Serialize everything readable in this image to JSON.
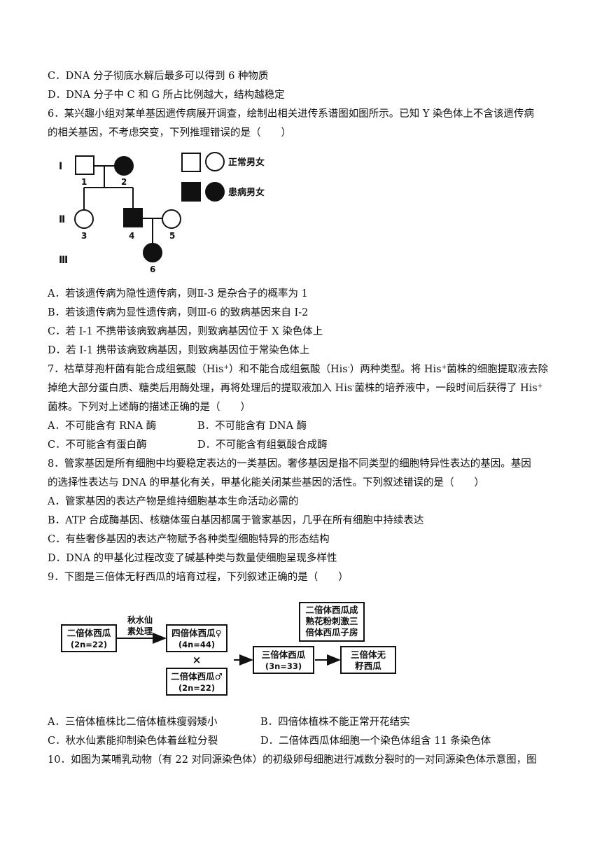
{
  "q5": {
    "optC": "C．DNA 分子彻底水解后最多可以得到 6 种物质",
    "optD": "D．DNA 分子中 C 和 G 所占比例越大，结构越稳定"
  },
  "q6": {
    "stem1": "6．某兴趣小组对某单基因遗传病展开调查，绘制出相关进传系谱图如图所示。已知 Y 染色体上不含该遗传病",
    "stem2": "的相关基因，不考虑突变，下列推理错误的是（　　）",
    "pedigree": {
      "gen1": "I",
      "gen2": "Ⅱ",
      "gen3": "Ⅲ",
      "n1": "1",
      "n2": "2",
      "n3": "3",
      "n4": "4",
      "n5": "5",
      "n6": "6",
      "legend_normal": "正常男女",
      "legend_affected": "患病男女"
    },
    "optA": "A．若该遗传病为隐性遗传病，则Ⅱ-3 是杂合子的概率为 1",
    "optB": "B．若该遗传病为显性遗传病，则Ⅲ-6 的致病基因来自 I-2",
    "optC": "C．若 I-1 不携带该病致病基因，则致病基因位于 X 染色体上",
    "optD": "D．若 I-1 携带该病致病基因，则致病基因位于常染色体上"
  },
  "q7": {
    "l1a": "7．枯草芽孢杆菌有能合成组氨酸（His",
    "l1sup1": "+",
    "l1b": "）和不能合成组氨酸（His",
    "l1sup2": "-",
    "l1c": "）两种类型。将 His",
    "l1sup3": "+",
    "l1d": "菌株的细胞提取液去除",
    "l2a": "掉绝大部分蛋白质、糖类后用酶处理，再将处理后的提取液加入 His",
    "l2sup1": "-",
    "l2b": "菌株的培养液中，一段时间后获得了 His",
    "l2sup2": "+",
    "l3": "菌株。下列对上述酶的描述正确的是（　　）",
    "optA": "A．不可能含有 RNA 酶",
    "optB": "B．不可能含有 DNA 酶",
    "optC": "C．不可能含有蛋白酶",
    "optD": "D．不可能含有组氨酸合成酶"
  },
  "q8": {
    "stem1": "8．管家基因是所有细胞中均要稳定表达的一类基因。奢侈基因是指不同类型的细胞特异性表达的基因。基因",
    "stem2": "的选择性表达与 DNA 的甲基化有关，甲基化能关闭某些基因的活性。下列叙述错误的是（　　）",
    "optA": "A．管家基因的表达产物是维持细胞基本生命活动必需的",
    "optB": "B．ATP 合成酶基因、核糖体蛋白基因都属于管家基因，几乎在所有细胞中持续表达",
    "optC": "C．有些奢侈基因的表达产物赋予各种类型细胞特异的形态结构",
    "optD": "D．DNA 的甲基化过程改变了碱基种类与数量使细胞呈现多样性"
  },
  "q9": {
    "stem": "9．下图是三倍体无籽西瓜的培育过程，下列叙述正确的是（　　）",
    "diagram": {
      "box1a": "二倍体西瓜",
      "box1b": "(2n=22)",
      "arrow1a": "秋水仙",
      "arrow1b": "素处理",
      "box2a": "四倍体西瓜♀",
      "box2b": "(4n=44)",
      "cross": "×",
      "box3a": "二倍体西瓜♂",
      "box3b": "(2n=22)",
      "box4a": "三倍体西瓜",
      "box4b": "(3n=33)",
      "box5a": "二倍体西瓜成",
      "box5b": "熟花粉刺激三",
      "box5c": "倍体西瓜子房",
      "box6a": "三倍体无",
      "box6b": "籽西瓜"
    },
    "optA": "A．三倍体植株比二倍体植株瘦弱矮小",
    "optB": "B．四倍体植株不能正常开花结实",
    "optC": "C．秋水仙素能抑制染色体着丝粒分裂",
    "optD": "D．二倍体西瓜体细胞一个染色体组含 11 条染色体"
  },
  "q10": {
    "stem1": "10．如图为某哺乳动物（有 22 对同源染色体）的初级卵母细胞进行减数分裂时的一对同源染色体示意图，图"
  }
}
